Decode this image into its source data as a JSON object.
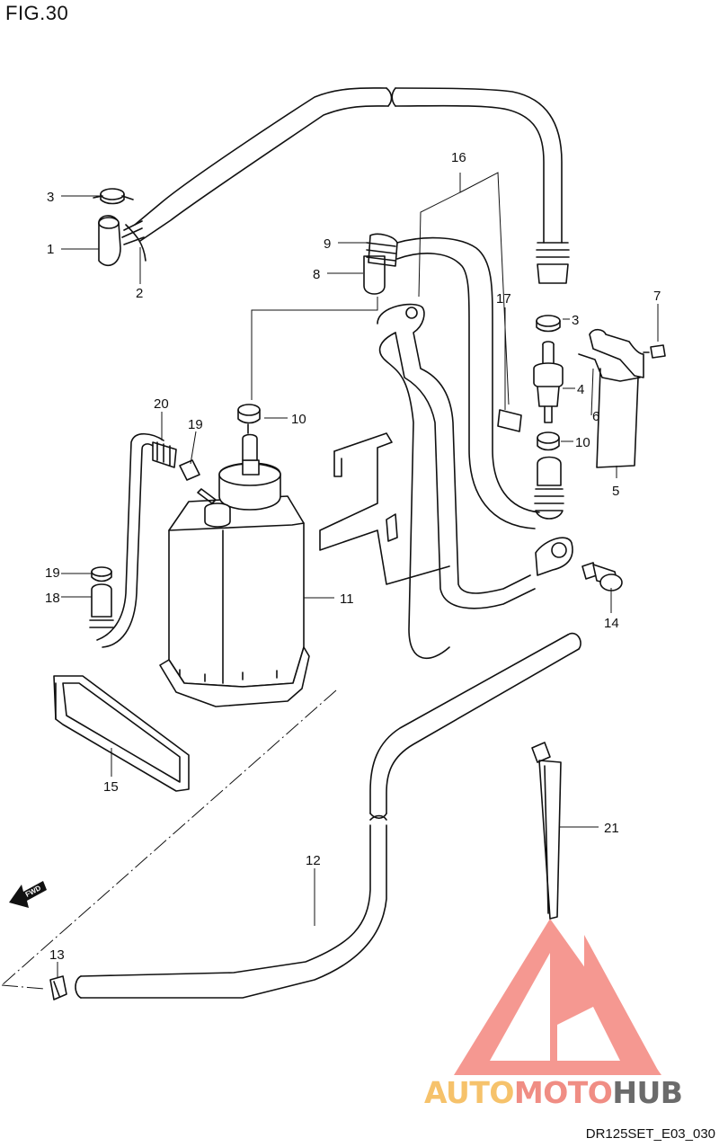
{
  "figure": {
    "title": "FIG.30",
    "code": "DR125SET_E03_030"
  },
  "callouts": [
    "1",
    "2",
    "3",
    "4",
    "5",
    "6",
    "7",
    "8",
    "9",
    "10",
    "11",
    "12",
    "13",
    "14",
    "15",
    "16",
    "17",
    "18",
    "19",
    "20",
    "21"
  ],
  "fwd_arrow": {
    "text": "FWD"
  },
  "watermark": {
    "part1": "AUTO",
    "part2": "MOTO",
    "part3": "HUB",
    "color_primary": "#f08d84",
    "color_secondary": "#f6c26b"
  }
}
